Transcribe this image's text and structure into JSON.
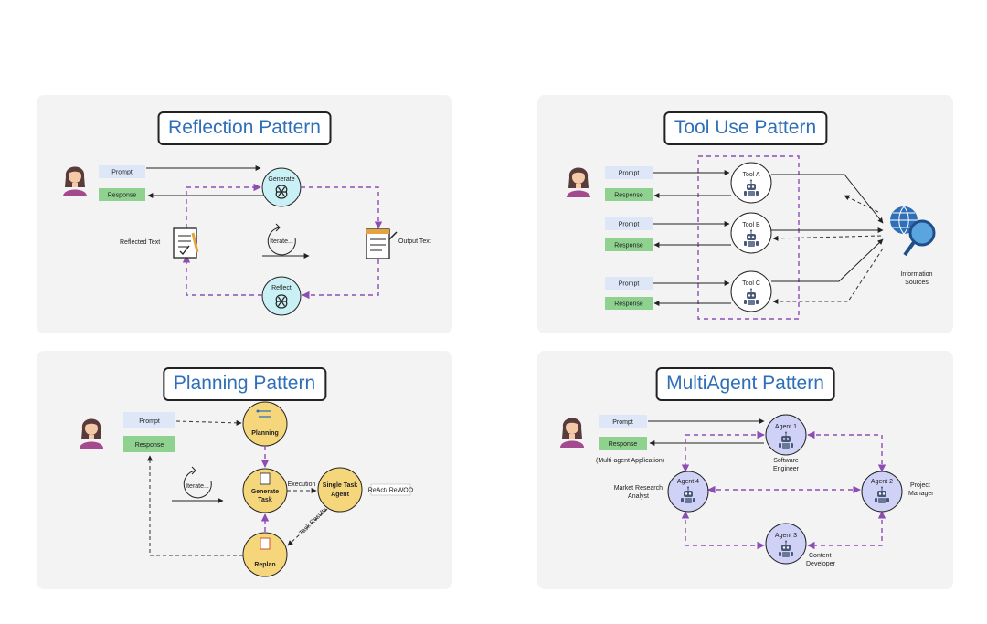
{
  "reflection": {
    "title": "Reflection Pattern",
    "prompt": "Prompt",
    "response": "Response",
    "generate": "Generate",
    "reflect": "Reflect",
    "reflected_text": "Reflected Text",
    "output_text": "Output Text",
    "iterate": "Iterate..."
  },
  "tool_use": {
    "title": "Tool Use Pattern",
    "prompts": [
      "Prompt",
      "Prompt",
      "Prompt"
    ],
    "responses": [
      "Response",
      "Response",
      "Response"
    ],
    "tools": [
      "Tool A",
      "Tool B",
      "Tool C"
    ],
    "info_line1": "Information",
    "info_line2": "Sources"
  },
  "planning": {
    "title": "Planning Pattern",
    "prompt": "Prompt",
    "response": "Response",
    "planning": "Planning",
    "generate_task_line1": "Generate",
    "generate_task_line2": "Task",
    "execution": "Execution",
    "single_task_line1": "Single Task",
    "single_task_line2": "Agent",
    "react": "ReAct/ ReWOO",
    "task_results": "Task Results",
    "replan": "Replan",
    "iterate": "Iterate..."
  },
  "multiagent": {
    "title": "MultiAgent Pattern",
    "prompt": "Prompt",
    "response": "Response",
    "app_label": "(Multi-agent Application)",
    "agent1": "Agent 1",
    "agent1_role_line1": "Software",
    "agent1_role_line2": "Engineer",
    "agent2": "Agent 2",
    "agent2_role_line1": "Project",
    "agent2_role_line2": "Manager",
    "agent3": "Agent 3",
    "agent3_role_line1": "Content",
    "agent3_role_line2": "Developer",
    "agent4": "Agent 4",
    "agent4_role_line1": "Market Research",
    "agent4_role_line2": "Analyst"
  },
  "colors": {
    "title_text": "#2f6fb8",
    "prompt_box": "#dde7f8",
    "response_box": "#8fd18f",
    "llm_circle": "#c9f0f4",
    "plan_circle": "#f6d67a",
    "agent_circle": "#cfd2f6",
    "dashed_arrow": "#8e4cb5"
  }
}
